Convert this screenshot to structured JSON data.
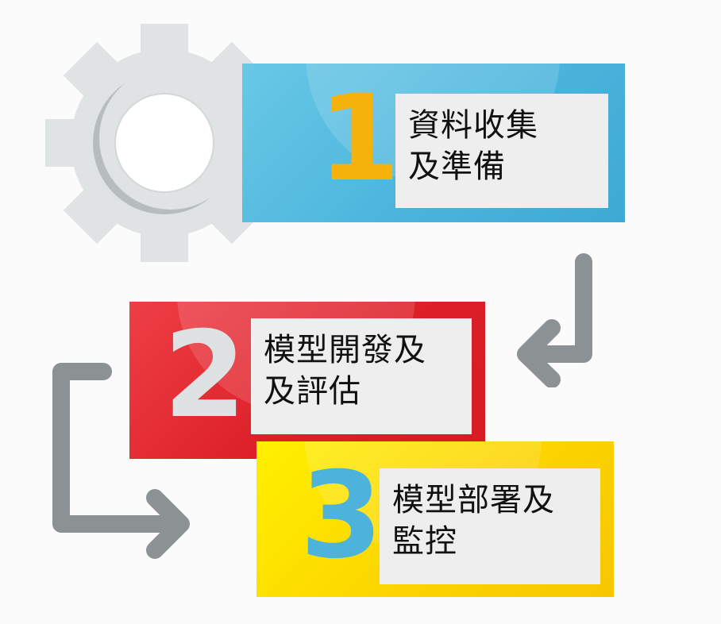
{
  "steps": [
    {
      "number": "1",
      "label_line1": "資料收集",
      "label_line2": "及準備",
      "color": "#4cb5dd",
      "number_color": "#f6b20c"
    },
    {
      "number": "2",
      "label_line1": "模型開發及",
      "label_line2": "及評估",
      "color": "#dd1f28",
      "number_color": "#dfe2e3"
    },
    {
      "number": "3",
      "label_line1": "模型部署及",
      "label_line2": "監控",
      "color": "#fcd500",
      "number_color": "#4db3da"
    }
  ],
  "icons": {
    "gear": "gear-icon",
    "arrow_step1_to_step2": "arrow-turn-down-left-icon",
    "arrow_step2_to_step3": "arrow-turn-down-right-icon"
  },
  "colors": {
    "gear": "#dfe3e4",
    "gear_shadow": "#b7bcbe",
    "arrow": "#8c9294"
  }
}
